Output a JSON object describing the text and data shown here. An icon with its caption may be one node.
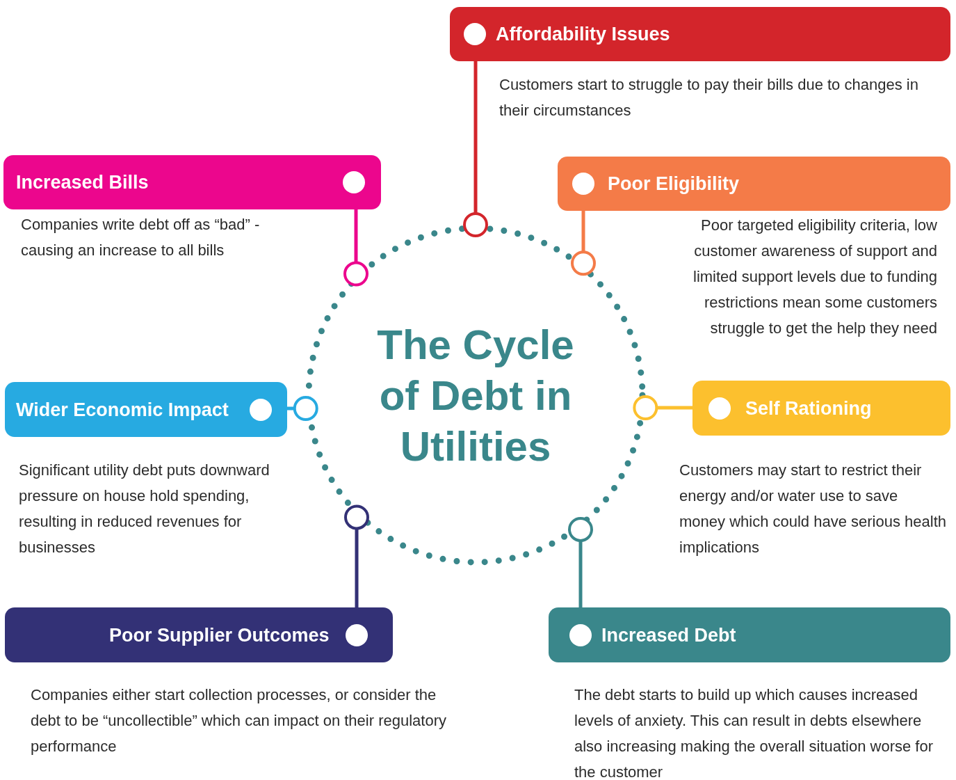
{
  "diagram": {
    "nodes": [
      {
        "text": [
          "The Cycle of Debt in Utilities"
        ]
      },
      {
        "text": [
          "Affordability Issues"
        ],
        "beside": [
          "Customers start to struggle to pay their bills due to changes in their circumstances"
        ]
      },
      {
        "text": [
          "Increased Bills"
        ],
        "beside": [
          "Companies write debt off as “bad” - causing an increase to all bills"
        ]
      },
      {
        "text": [
          "Poor Eligibility"
        ],
        "beside": [
          "Poor targeted eligibility criteria, low customer awareness of support and limited support levels due to funding restrictions mean some customers struggle to get the help they need"
        ]
      },
      {
        "text": [
          "Wider Economic Impact"
        ],
        "beside": [
          "Significant utility debt puts downward pressure on house hold spending, resulting in reduced revenues for businesses"
        ]
      },
      {
        "text": [
          "Self Rationing"
        ],
        "beside": [
          "Customers may start to restrict their energy and/or water use to save money which could have serious health implications"
        ]
      },
      {
        "text": [
          "Poor Supplier Outcomes"
        ],
        "beside": [
          "Companies either start collection processes, or consider the debt to be “uncollectible” which can impact on their regulatory performance"
        ]
      },
      {
        "text": [
          "Increased Debt"
        ],
        "beside": [
          "The debt starts to build up which causes increased levels of anxiety. This can result in debts elsewhere also increasing making the overall situation worse for the customer"
        ]
      }
    ],
    "edges": [
      {
        "from": 1,
        "to": 0,
        "arrow": "other",
        "color": "#d3252b"
      },
      {
        "from": 2,
        "to": 0,
        "arrow": "other",
        "color": "#ec068d"
      },
      {
        "from": 3,
        "to": 0,
        "arrow": "other",
        "color": "#f47b48"
      },
      {
        "from": 4,
        "to": 0,
        "arrow": "other",
        "color": "#27aae1"
      },
      {
        "from": 5,
        "to": 0,
        "arrow": "other",
        "color": "#fcc02e"
      },
      {
        "from": 6,
        "to": 0,
        "arrow": "other",
        "color": "#333176"
      },
      {
        "from": 7,
        "to": 0,
        "arrow": "other",
        "color": "#3a878b"
      }
    ]
  }
}
